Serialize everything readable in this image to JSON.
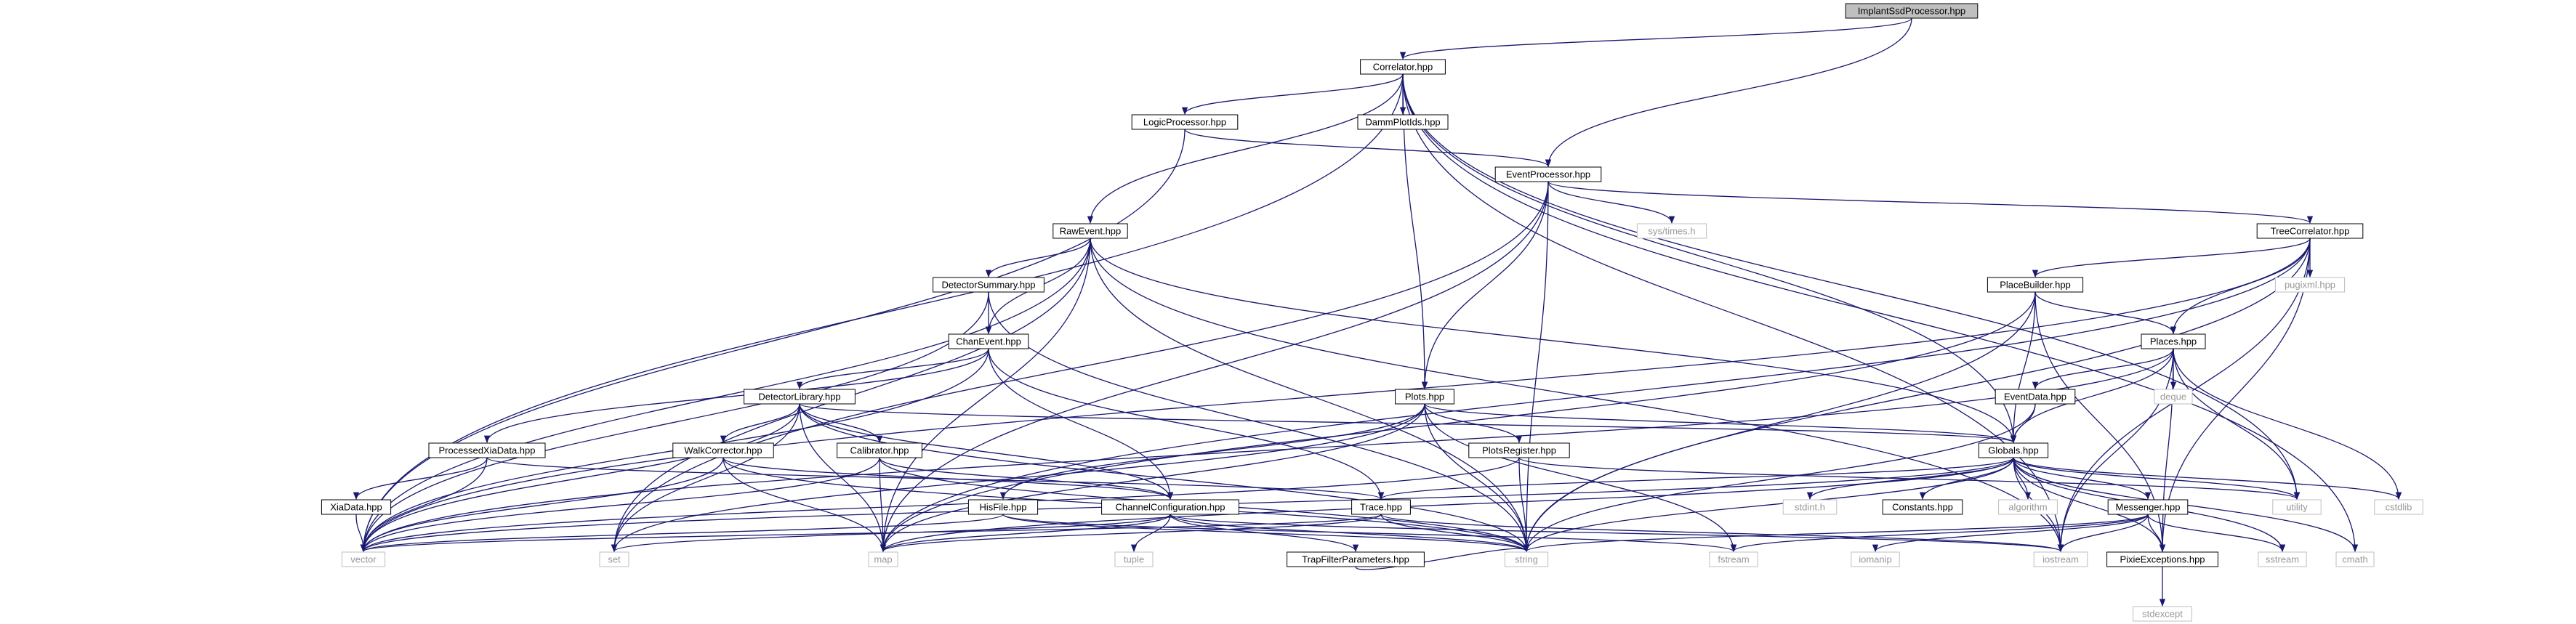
{
  "colors": {
    "edge": "#191970",
    "edge_missing": "#d3d3d3",
    "node_border": "#000000",
    "node_border_missing": "#bfbfbf",
    "node_fill": "#ffffff",
    "root_fill": "#bfbfbf",
    "label": "#000000",
    "label_missing": "#999999"
  },
  "graph": {
    "nodes": [
      {
        "id": "ImplantSsdProcessor",
        "label": "ImplantSsdProcessor.hpp",
        "documented": true,
        "root": true
      },
      {
        "id": "Correlator",
        "label": "Correlator.hpp",
        "documented": true
      },
      {
        "id": "LogicProcessor",
        "label": "LogicProcessor.hpp",
        "documented": true
      },
      {
        "id": "DammPlotIds",
        "label": "DammPlotIds.hpp",
        "documented": true
      },
      {
        "id": "EventProcessor",
        "label": "EventProcessor.hpp",
        "documented": true
      },
      {
        "id": "RawEvent",
        "label": "RawEvent.hpp",
        "documented": true
      },
      {
        "id": "systimes",
        "label": "sys/times.h",
        "documented": false
      },
      {
        "id": "TreeCorrelator",
        "label": "TreeCorrelator.hpp",
        "documented": true
      },
      {
        "id": "DetectorSummary",
        "label": "DetectorSummary.hpp",
        "documented": true
      },
      {
        "id": "PlaceBuilder",
        "label": "PlaceBuilder.hpp",
        "documented": true
      },
      {
        "id": "pugixml",
        "label": "pugixml.hpp",
        "documented": false
      },
      {
        "id": "ChanEvent",
        "label": "ChanEvent.hpp",
        "documented": true
      },
      {
        "id": "Places",
        "label": "Places.hpp",
        "documented": true
      },
      {
        "id": "DetectorLibrary",
        "label": "DetectorLibrary.hpp",
        "documented": true
      },
      {
        "id": "Plots",
        "label": "Plots.hpp",
        "documented": true
      },
      {
        "id": "EventData",
        "label": "EventData.hpp",
        "documented": true
      },
      {
        "id": "deque",
        "label": "deque",
        "documented": false
      },
      {
        "id": "ProcessedXiaData",
        "label": "ProcessedXiaData.hpp",
        "documented": true
      },
      {
        "id": "WalkCorrector",
        "label": "WalkCorrector.hpp",
        "documented": true
      },
      {
        "id": "Calibrator",
        "label": "Calibrator.hpp",
        "documented": true
      },
      {
        "id": "PlotsRegister",
        "label": "PlotsRegister.hpp",
        "documented": true
      },
      {
        "id": "Globals",
        "label": "Globals.hpp",
        "documented": true
      },
      {
        "id": "XiaData",
        "label": "XiaData.hpp",
        "documented": true
      },
      {
        "id": "HisFile",
        "label": "HisFile.hpp",
        "documented": true
      },
      {
        "id": "ChannelConfiguration",
        "label": "ChannelConfiguration.hpp",
        "documented": true
      },
      {
        "id": "Trace",
        "label": "Trace.hpp",
        "documented": true
      },
      {
        "id": "stdint",
        "label": "stdint.h",
        "documented": false
      },
      {
        "id": "Constants",
        "label": "Constants.hpp",
        "documented": true
      },
      {
        "id": "algorithm",
        "label": "algorithm",
        "documented": false
      },
      {
        "id": "Messenger",
        "label": "Messenger.hpp",
        "documented": true
      },
      {
        "id": "utility",
        "label": "utility",
        "documented": false
      },
      {
        "id": "cstdlib",
        "label": "cstdlib",
        "documented": false
      },
      {
        "id": "vector",
        "label": "vector",
        "documented": false
      },
      {
        "id": "set",
        "label": "set",
        "documented": false
      },
      {
        "id": "map",
        "label": "map",
        "documented": false
      },
      {
        "id": "tuple",
        "label": "tuple",
        "documented": false
      },
      {
        "id": "TrapFilterParameters",
        "label": "TrapFilterParameters.hpp",
        "documented": true
      },
      {
        "id": "string",
        "label": "string",
        "documented": false
      },
      {
        "id": "fstream",
        "label": "fstream",
        "documented": false
      },
      {
        "id": "iomanip",
        "label": "iomanip",
        "documented": false
      },
      {
        "id": "iostream",
        "label": "iostream",
        "documented": false
      },
      {
        "id": "PixieExceptions",
        "label": "PixieExceptions.hpp",
        "documented": true
      },
      {
        "id": "sstream",
        "label": "sstream",
        "documented": false
      },
      {
        "id": "cmath",
        "label": "cmath",
        "documented": false
      },
      {
        "id": "stdexcept",
        "label": "stdexcept",
        "documented": false
      }
    ],
    "edges": [
      [
        "ImplantSsdProcessor",
        "Correlator"
      ],
      [
        "ImplantSsdProcessor",
        "EventProcessor"
      ],
      [
        "Correlator",
        "LogicProcessor"
      ],
      [
        "Correlator",
        "DammPlotIds"
      ],
      [
        "Correlator",
        "RawEvent"
      ],
      [
        "Correlator",
        "Plots"
      ],
      [
        "Correlator",
        "Globals"
      ],
      [
        "Correlator",
        "vector"
      ],
      [
        "Correlator",
        "utility"
      ],
      [
        "Correlator",
        "iostream"
      ],
      [
        "Correlator",
        "cmath"
      ],
      [
        "LogicProcessor",
        "EventProcessor"
      ],
      [
        "LogicProcessor",
        "vector"
      ],
      [
        "EventProcessor",
        "systimes"
      ],
      [
        "EventProcessor",
        "TreeCorrelator"
      ],
      [
        "EventProcessor",
        "Plots"
      ],
      [
        "EventProcessor",
        "set"
      ],
      [
        "EventProcessor",
        "map"
      ],
      [
        "EventProcessor",
        "string"
      ],
      [
        "RawEvent",
        "DetectorSummary"
      ],
      [
        "RawEvent",
        "ChanEvent"
      ],
      [
        "RawEvent",
        "Globals"
      ],
      [
        "RawEvent",
        "vector"
      ],
      [
        "RawEvent",
        "set"
      ],
      [
        "RawEvent",
        "map"
      ],
      [
        "RawEvent",
        "string"
      ],
      [
        "RawEvent",
        "iostream"
      ],
      [
        "DetectorSummary",
        "ChanEvent"
      ],
      [
        "DetectorSummary",
        "vector"
      ],
      [
        "DetectorSummary",
        "string"
      ],
      [
        "TreeCorrelator",
        "PlaceBuilder"
      ],
      [
        "TreeCorrelator",
        "pugixml"
      ],
      [
        "TreeCorrelator",
        "Places"
      ],
      [
        "TreeCorrelator",
        "vector"
      ],
      [
        "TreeCorrelator",
        "string"
      ],
      [
        "TreeCorrelator",
        "iostream"
      ],
      [
        "TreeCorrelator",
        "PixieExceptions"
      ],
      [
        "TreeCorrelator",
        "map"
      ],
      [
        "PlaceBuilder",
        "Places"
      ],
      [
        "PlaceBuilder",
        "Globals"
      ],
      [
        "PlaceBuilder",
        "map"
      ],
      [
        "PlaceBuilder",
        "string"
      ],
      [
        "PlaceBuilder",
        "PixieExceptions"
      ],
      [
        "Places",
        "EventData"
      ],
      [
        "Places",
        "Globals"
      ],
      [
        "Places",
        "deque"
      ],
      [
        "Places",
        "utility"
      ],
      [
        "Places",
        "vector"
      ],
      [
        "Places",
        "cstdlib"
      ],
      [
        "Places",
        "iostream"
      ],
      [
        "Places",
        "PixieExceptions"
      ],
      [
        "EventData",
        "Globals"
      ],
      [
        "EventData",
        "string"
      ],
      [
        "ChanEvent",
        "DetectorLibrary"
      ],
      [
        "ChanEvent",
        "ProcessedXiaData"
      ],
      [
        "ChanEvent",
        "ChannelConfiguration"
      ],
      [
        "ChanEvent",
        "Trace"
      ],
      [
        "ChanEvent",
        "vector"
      ],
      [
        "DetectorLibrary",
        "WalkCorrector"
      ],
      [
        "DetectorLibrary",
        "Calibrator"
      ],
      [
        "DetectorLibrary",
        "ChannelConfiguration"
      ],
      [
        "DetectorLibrary",
        "vector"
      ],
      [
        "DetectorLibrary",
        "set"
      ],
      [
        "DetectorLibrary",
        "map"
      ],
      [
        "DetectorLibrary",
        "string"
      ],
      [
        "DetectorLibrary",
        "Globals"
      ],
      [
        "ProcessedXiaData",
        "XiaData"
      ],
      [
        "ProcessedXiaData",
        "Trace"
      ],
      [
        "ProcessedXiaData",
        "vector"
      ],
      [
        "XiaData",
        "vector"
      ],
      [
        "WalkCorrector",
        "ChannelConfiguration"
      ],
      [
        "WalkCorrector",
        "vector"
      ],
      [
        "WalkCorrector",
        "map"
      ],
      [
        "WalkCorrector",
        "string"
      ],
      [
        "Calibrator",
        "ChannelConfiguration"
      ],
      [
        "Calibrator",
        "vector"
      ],
      [
        "Calibrator",
        "map"
      ],
      [
        "Calibrator",
        "string"
      ],
      [
        "Plots",
        "PlotsRegister"
      ],
      [
        "Plots",
        "Globals"
      ],
      [
        "Plots",
        "HisFile"
      ],
      [
        "Plots",
        "set"
      ],
      [
        "Plots",
        "map"
      ],
      [
        "Plots",
        "string"
      ],
      [
        "Plots",
        "fstream"
      ],
      [
        "PlotsRegister",
        "string"
      ],
      [
        "PlotsRegister",
        "utility"
      ],
      [
        "PlotsRegister",
        "vector"
      ],
      [
        "Globals",
        "Constants"
      ],
      [
        "Globals",
        "stdint"
      ],
      [
        "Globals",
        "algorithm"
      ],
      [
        "Globals",
        "Messenger"
      ],
      [
        "Globals",
        "Trace"
      ],
      [
        "Globals",
        "utility"
      ],
      [
        "Globals",
        "cstdlib"
      ],
      [
        "Globals",
        "vector"
      ],
      [
        "Globals",
        "map"
      ],
      [
        "Globals",
        "string"
      ],
      [
        "Globals",
        "iostream"
      ],
      [
        "Globals",
        "PixieExceptions"
      ],
      [
        "Globals",
        "sstream"
      ],
      [
        "Globals",
        "cmath"
      ],
      [
        "Messenger",
        "string"
      ],
      [
        "Messenger",
        "iostream"
      ],
      [
        "Messenger",
        "sstream"
      ],
      [
        "Messenger",
        "fstream"
      ],
      [
        "Messenger",
        "iomanip"
      ],
      [
        "Messenger",
        "PixieExceptions"
      ],
      [
        "HisFile",
        "vector"
      ],
      [
        "HisFile",
        "string"
      ],
      [
        "HisFile",
        "fstream"
      ],
      [
        "ChannelConfiguration",
        "TrapFilterParameters"
      ],
      [
        "ChannelConfiguration",
        "tuple"
      ],
      [
        "ChannelConfiguration",
        "string"
      ],
      [
        "ChannelConfiguration",
        "set"
      ],
      [
        "ChannelConfiguration",
        "map"
      ],
      [
        "ChannelConfiguration",
        "iostream"
      ],
      [
        "TrapFilterParameters",
        "string"
      ],
      [
        "Trace",
        "vector"
      ],
      [
        "Trace",
        "map"
      ],
      [
        "Trace",
        "string"
      ],
      [
        "Trace",
        "iostream"
      ],
      [
        "PixieExceptions",
        "stdexcept"
      ]
    ]
  }
}
